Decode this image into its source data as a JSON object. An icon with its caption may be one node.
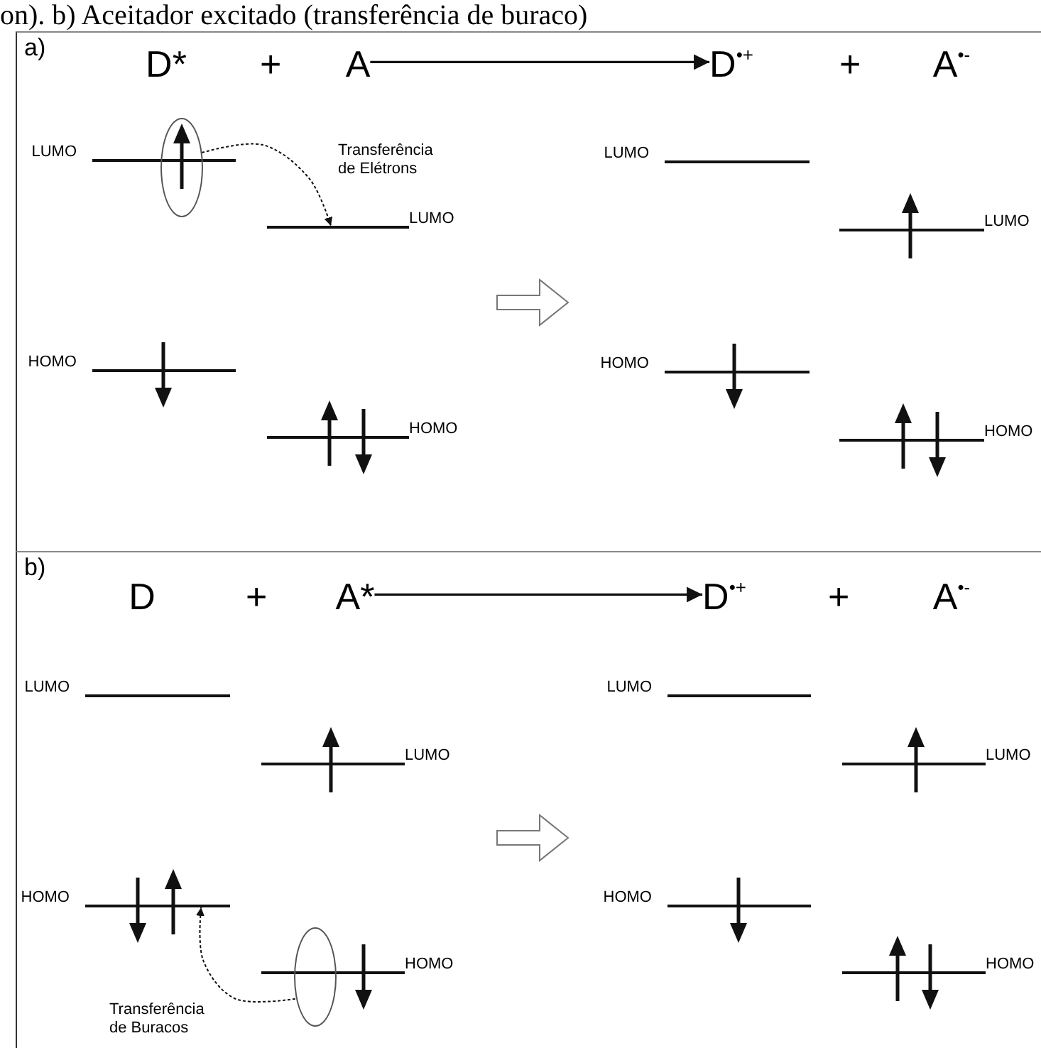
{
  "diagram": {
    "nodes": [
      {
        "text": [
          "a)"
        ]
      },
      {
        "text": [
          "D*"
        ],
        "in": 0
      },
      {
        "text": [
          "A"
        ],
        "in": 0
      },
      {
        "text": [
          "D$^{•+}$"
        ],
        "in": 0
      },
      {
        "text": [
          "A$^{•-}$"
        ],
        "in": 0
      },
      {
        "text": [],
        "shape": "bar",
        "beside": [
          "LUMO"
        ],
        "in": 0
      },
      {
        "text": [],
        "shape": "circle",
        "in": 0
      },
      {
        "text": [],
        "shape": "bar",
        "beside": [
          "LUMO"
        ],
        "in": 0
      },
      {
        "text": [],
        "shape": "bar",
        "beside": [
          "HOMO"
        ],
        "in": 0
      },
      {
        "text": [],
        "shape": "bar",
        "beside": [
          "HOMO"
        ],
        "in": 0
      },
      {
        "text": [],
        "shape": "bar",
        "beside": [
          "LUMO"
        ],
        "in": 0
      },
      {
        "text": [],
        "shape": "bar",
        "beside": [
          "LUMO"
        ],
        "in": 0
      },
      {
        "text": [],
        "shape": "bar",
        "beside": [
          "HOMO"
        ],
        "in": 0
      },
      {
        "text": [],
        "shape": "bar",
        "beside": [
          "HOMO"
        ],
        "in": 0
      },
      {
        "text": [
          "b)"
        ]
      },
      {
        "text": [
          "D"
        ],
        "in": 14
      },
      {
        "text": [
          "A*"
        ],
        "in": 14
      },
      {
        "text": [
          "D$^{•+}$"
        ],
        "in": 14
      },
      {
        "text": [
          "A$^{•-}$"
        ],
        "in": 14
      },
      {
        "text": [],
        "shape": "bar",
        "beside": [
          "LUMO"
        ],
        "in": 14
      },
      {
        "text": [],
        "shape": "bar",
        "beside": [
          "LUMO"
        ],
        "in": 14
      },
      {
        "text": [],
        "shape": "bar",
        "beside": [
          "HOMO"
        ],
        "in": 14
      },
      {
        "text": [],
        "shape": "bar",
        "beside": [
          "HOMO"
        ],
        "in": 14
      },
      {
        "text": [],
        "shape": "circle",
        "in": 14
      },
      {
        "text": [],
        "shape": "bar",
        "beside": [
          "LUMO"
        ],
        "in": 14
      },
      {
        "text": [],
        "shape": "bar",
        "beside": [
          "LUMO"
        ],
        "in": 14
      },
      {
        "text": [],
        "shape": "bar",
        "beside": [
          "HOMO"
        ],
        "in": 14
      },
      {
        "text": [],
        "shape": "bar",
        "beside": [
          "HOMO"
        ],
        "in": 14
      }
    ],
    "edges": [
      {
        "from": 2,
        "to": 3,
        "arrow": "to"
      },
      {
        "from": 6,
        "to": 7,
        "arrow": "to",
        "style": "dashed",
        "label": "Transferência de Elétrons"
      },
      {
        "from": 16,
        "to": 17,
        "arrow": "to"
      },
      {
        "from": 23,
        "to": 21,
        "arrow": "to",
        "style": "dashed",
        "label": "Transferência de Buracos"
      }
    ],
    "labels": [
      "on). b) Aceitador excitado (transferência de buraco)",
      "+",
      "+",
      "+",
      "+"
    ]
  }
}
